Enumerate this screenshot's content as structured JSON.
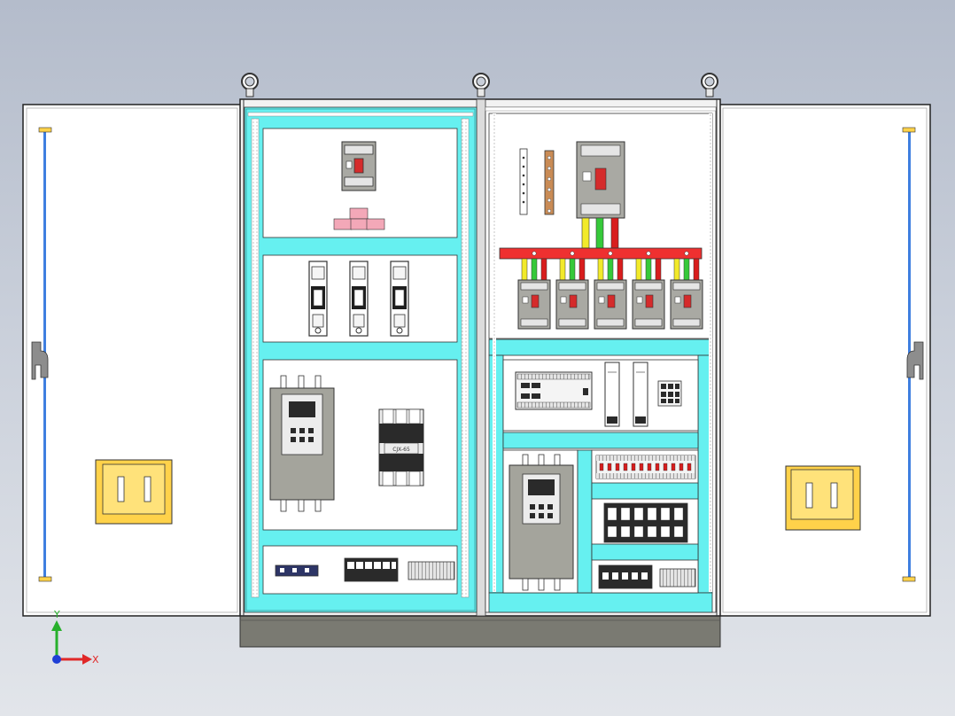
{
  "viewport": {
    "background_top": "#b4bccb",
    "background_bottom": "#e2e5ea"
  },
  "colors": {
    "panel_rail": "#66f0f0",
    "busbar_red": "#ef3030",
    "wire_yellow": "#f2ea2a",
    "wire_green": "#36c93a",
    "wire_red": "#d81d1d",
    "door_handle": "#ffd24a",
    "door_rod": "#3f7fe0",
    "plinth": "#7a7a72",
    "breaker_body": "#a8a8a2",
    "drive_body": "#a4a49c",
    "terminal_dark": "#2a2a2a",
    "pink_part": "#f3a8b8"
  },
  "cabinet": {
    "sections": [
      "left-cabinet",
      "right-cabinet"
    ],
    "left_doors": 1,
    "right_doors": 1,
    "lifting_eyes": 3
  },
  "left_cabinet": {
    "compartments": [
      {
        "name": "main-breaker-compartment",
        "components": [
          "molded-case-breaker",
          "pink-terminal-lugs"
        ]
      },
      {
        "name": "fuse-compartment",
        "components": [
          "fuse-holder",
          "fuse-holder",
          "fuse-holder"
        ]
      },
      {
        "name": "drive-compartment",
        "components": [
          "soft-starter",
          "contactor"
        ]
      },
      {
        "name": "terminal-compartment",
        "components": [
          "small-terminal-block",
          "dark-terminal-block",
          "terminal-strip"
        ]
      }
    ],
    "contactor_label": "CJX-65"
  },
  "right_cabinet": {
    "busbar_outgoing_breakers": 5,
    "compartments": [
      {
        "name": "incoming-compartment",
        "components": [
          "ground-bar",
          "copper-bar",
          "main-breaker",
          "busbar",
          "branch-breakers"
        ]
      },
      {
        "name": "plc-compartment",
        "components": [
          "plc-unit",
          "power-supply",
          "power-supply",
          "relay-block"
        ]
      },
      {
        "name": "vfd-compartment",
        "components": [
          "inverter",
          "mini-breaker-row",
          "relay-row",
          "terminal-rows"
        ]
      }
    ]
  },
  "axes_triad": {
    "x_label": "X",
    "y_label": "Y"
  }
}
